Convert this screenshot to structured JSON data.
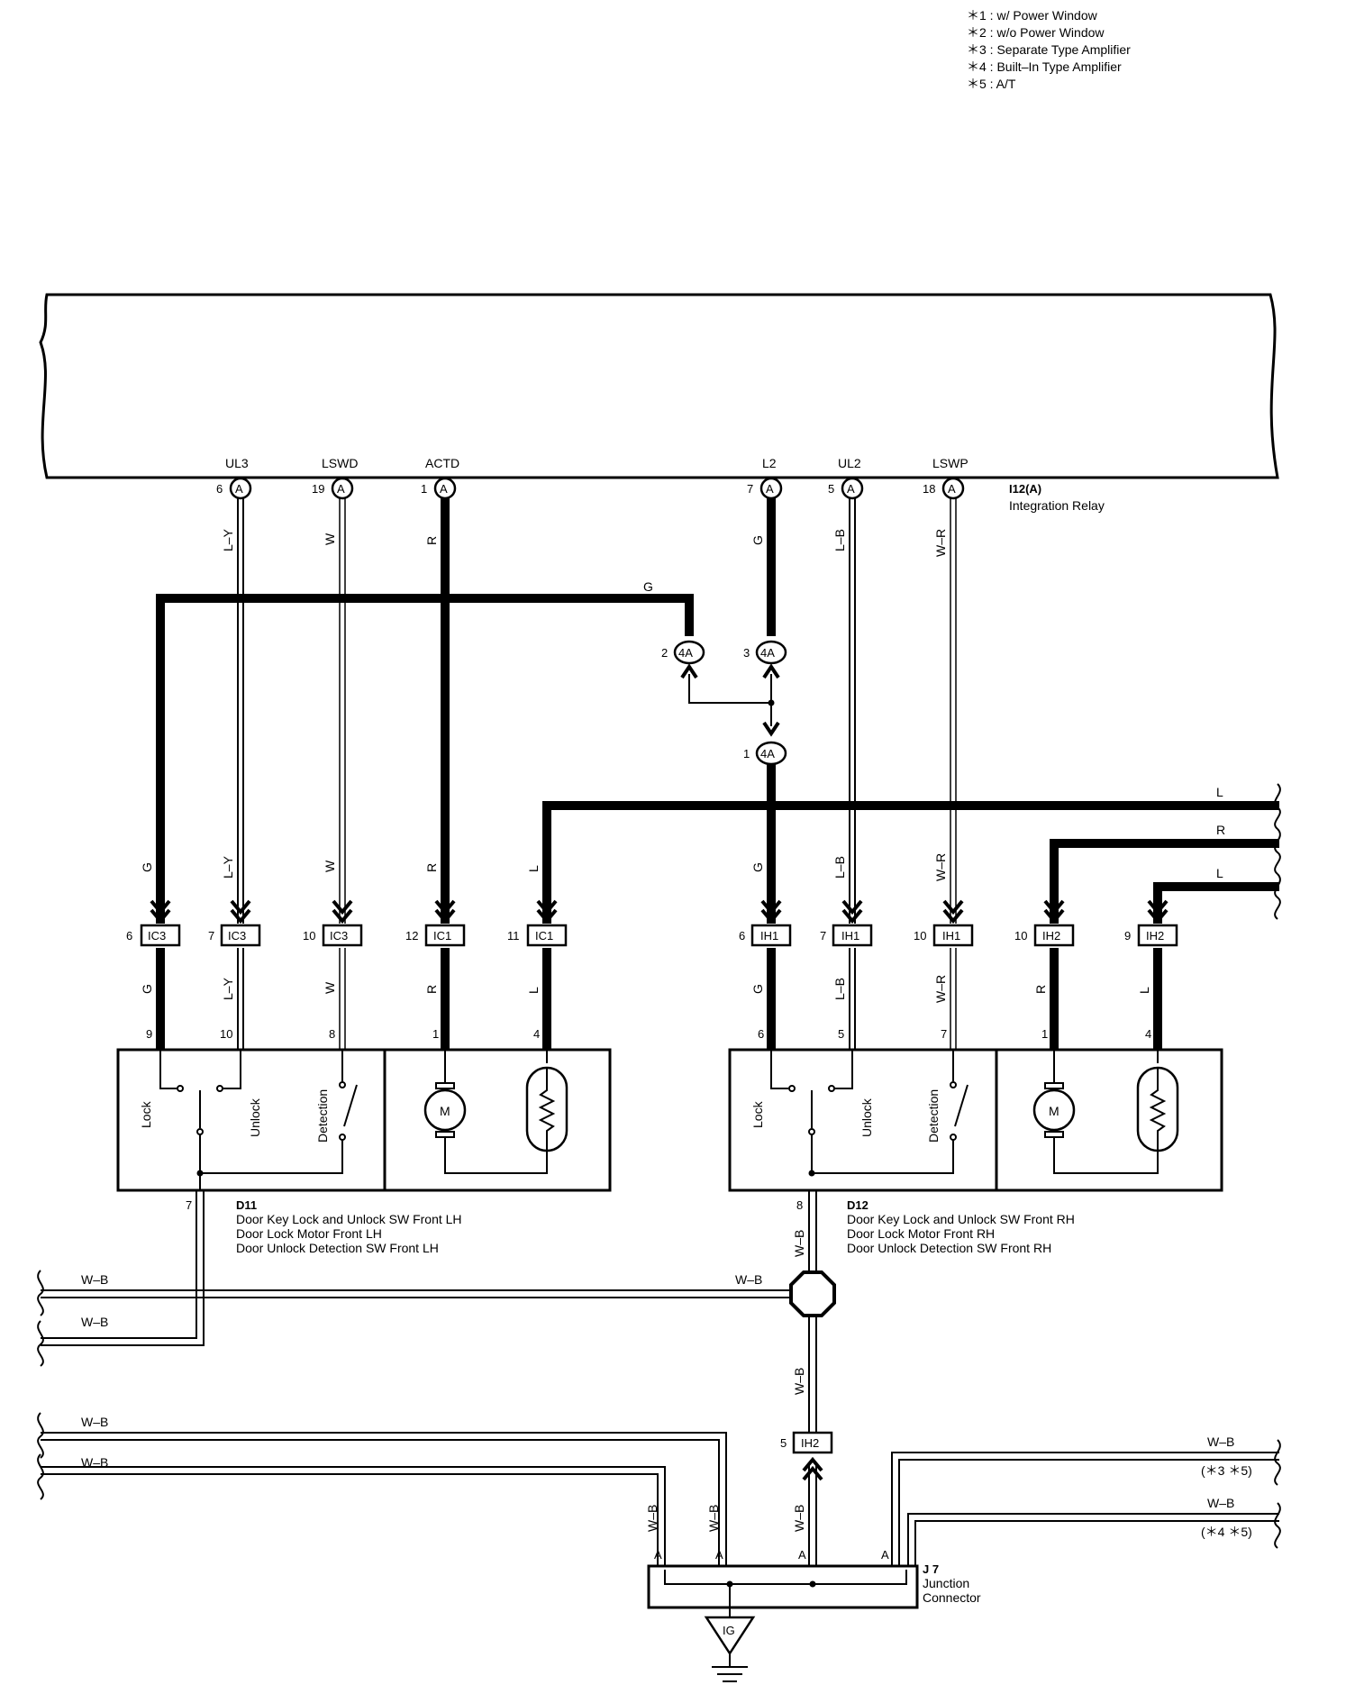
{
  "notes": [
    "＊1 : w/ Power Window",
    "＊2 : w/o Power Window",
    "＊3 : Separate Type Amplifier",
    "＊4 : Built–In Type Amplifier",
    "＊5 : A/T"
  ],
  "relay": {
    "code": "I12(A)",
    "name": "Integration Relay",
    "terminals": [
      {
        "name": "UL3",
        "pin": "6",
        "tag": "A"
      },
      {
        "name": "LSWD",
        "pin": "19",
        "tag": "A"
      },
      {
        "name": "ACTD",
        "pin": "1",
        "tag": "A"
      },
      {
        "name": "L2",
        "pin": "7",
        "tag": "A"
      },
      {
        "name": "UL2",
        "pin": "5",
        "tag": "A"
      },
      {
        "name": "LSWP",
        "pin": "18",
        "tag": "A"
      }
    ]
  },
  "junction_4a": [
    {
      "pin": "2",
      "code": "4A"
    },
    {
      "pin": "3",
      "code": "4A"
    },
    {
      "pin": "1",
      "code": "4A"
    }
  ],
  "connectors": [
    {
      "pin": "6",
      "code": "IC3",
      "wire_top": "G",
      "wire_bot": "G",
      "comp_pin": "9"
    },
    {
      "pin": "7",
      "code": "IC3",
      "wire_top": "L–Y",
      "wire_bot": "L–Y",
      "comp_pin": "10"
    },
    {
      "pin": "10",
      "code": "IC3",
      "wire_top": "W",
      "wire_bot": "W",
      "comp_pin": "8"
    },
    {
      "pin": "12",
      "code": "IC1",
      "wire_top": "R",
      "wire_bot": "R",
      "comp_pin": "1"
    },
    {
      "pin": "11",
      "code": "IC1",
      "wire_top": "L",
      "wire_bot": "L",
      "comp_pin": "4"
    },
    {
      "pin": "6",
      "code": "IH1",
      "wire_top": "G",
      "wire_bot": "G",
      "comp_pin": "6"
    },
    {
      "pin": "7",
      "code": "IH1",
      "wire_top": "L–B",
      "wire_bot": "L–B",
      "comp_pin": "5"
    },
    {
      "pin": "10",
      "code": "IH1",
      "wire_top": "W–R",
      "wire_bot": "W–R",
      "comp_pin": "7"
    },
    {
      "pin": "10",
      "code": "IH2",
      "wire_top": "R",
      "wire_bot": "R",
      "comp_pin": "1"
    },
    {
      "pin": "9",
      "code": "IH2",
      "wire_top": "L",
      "wire_bot": "L",
      "comp_pin": "4"
    }
  ],
  "upper_wires": {
    "ul3": "L–Y",
    "lswd": "W",
    "actd": "R",
    "l2": "G",
    "ul2": "L–B",
    "lswp": "W–R",
    "g_cross": "G",
    "bus_l": "L",
    "bus_r": "R",
    "bus_l2": "L"
  },
  "d11": {
    "code": "D11",
    "lines": [
      "Door Key Lock and Unlock SW Front LH",
      "Door Lock Motor Front LH",
      "Door Unlock Detection SW Front LH"
    ],
    "labels": {
      "lock": "Lock",
      "unlock": "Unlock",
      "detection": "Detection",
      "motor": "M"
    },
    "ground_pin": "7"
  },
  "d12": {
    "code": "D12",
    "lines": [
      "Door Key Lock and Unlock SW Front RH",
      "Door Lock Motor Front RH",
      "Door Unlock Detection SW Front RH"
    ],
    "labels": {
      "lock": "Lock",
      "unlock": "Unlock",
      "detection": "Detection",
      "motor": "M"
    },
    "ground_pin": "8"
  },
  "ground": {
    "wire": "W–B",
    "left_wires": [
      "W–B",
      "W–B",
      "W–B",
      "W–B"
    ],
    "ih2_pin": "5",
    "ih2_code": "IH2",
    "right_wires": [
      {
        "color": "W–B",
        "note": "(＊3 ＊5)"
      },
      {
        "color": "W–B",
        "note": "(＊4 ＊5)"
      }
    ],
    "j7_terminals": [
      "A",
      "A",
      "A",
      "A"
    ],
    "j7_code": "J 7",
    "j7_name": [
      "Junction",
      "Connector"
    ],
    "ground_code": "IG"
  }
}
